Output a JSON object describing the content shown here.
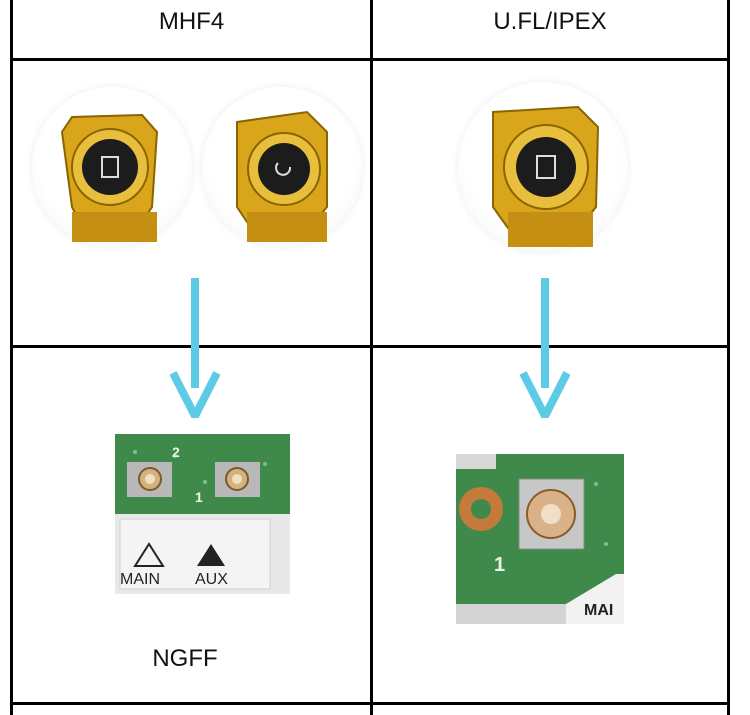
{
  "columns": {
    "left_title": "MHF4",
    "right_title": "U.FL/IPEX"
  },
  "bottom_left_label": "NGFF",
  "pcb_labels": {
    "left_main": "MAIN",
    "left_aux": "AUX",
    "left_num_2": "2",
    "left_num_1": "1",
    "right_num_1": "1",
    "right_main": "MAI"
  },
  "colors": {
    "arrow": "#5ecbe6",
    "gold": "#d9a51a",
    "pcb_green": "#3f8a4a"
  }
}
